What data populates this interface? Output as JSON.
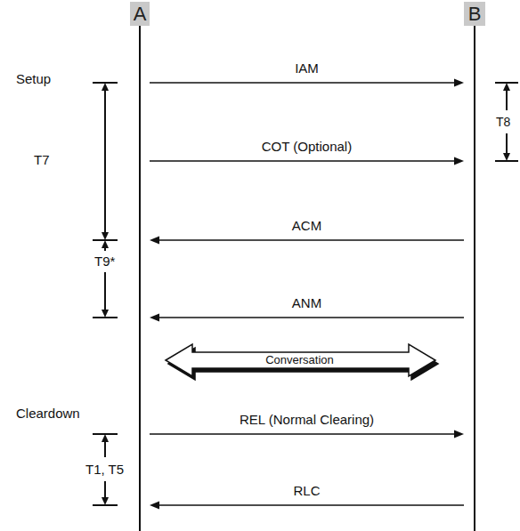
{
  "diagram": {
    "nodes": [
      {
        "text": [
          "A"
        ]
      },
      {
        "text": [
          "B"
        ]
      }
    ],
    "edges": [
      {
        "from": 0,
        "to": 1,
        "label": "IAM",
        "arrow": "to"
      },
      {
        "from": 0,
        "to": 1,
        "label": "COT (Optional)",
        "arrow": "to"
      },
      {
        "from": 1,
        "to": 0,
        "label": "ACM",
        "arrow": "to"
      },
      {
        "from": 1,
        "to": 0,
        "label": "ANM",
        "arrow": "to"
      },
      {
        "from": 0,
        "to": 1,
        "label": "Conversation",
        "arrow": "both"
      },
      {
        "from": 0,
        "to": 1,
        "label": "REL (Normal Clearing)",
        "arrow": "to"
      },
      {
        "from": 1,
        "to": 0,
        "label": "RLC",
        "arrow": "to"
      }
    ],
    "labels": [
      "Setup",
      "T7",
      "T9*",
      "T8",
      "Cleardown",
      "T1, T5"
    ]
  }
}
